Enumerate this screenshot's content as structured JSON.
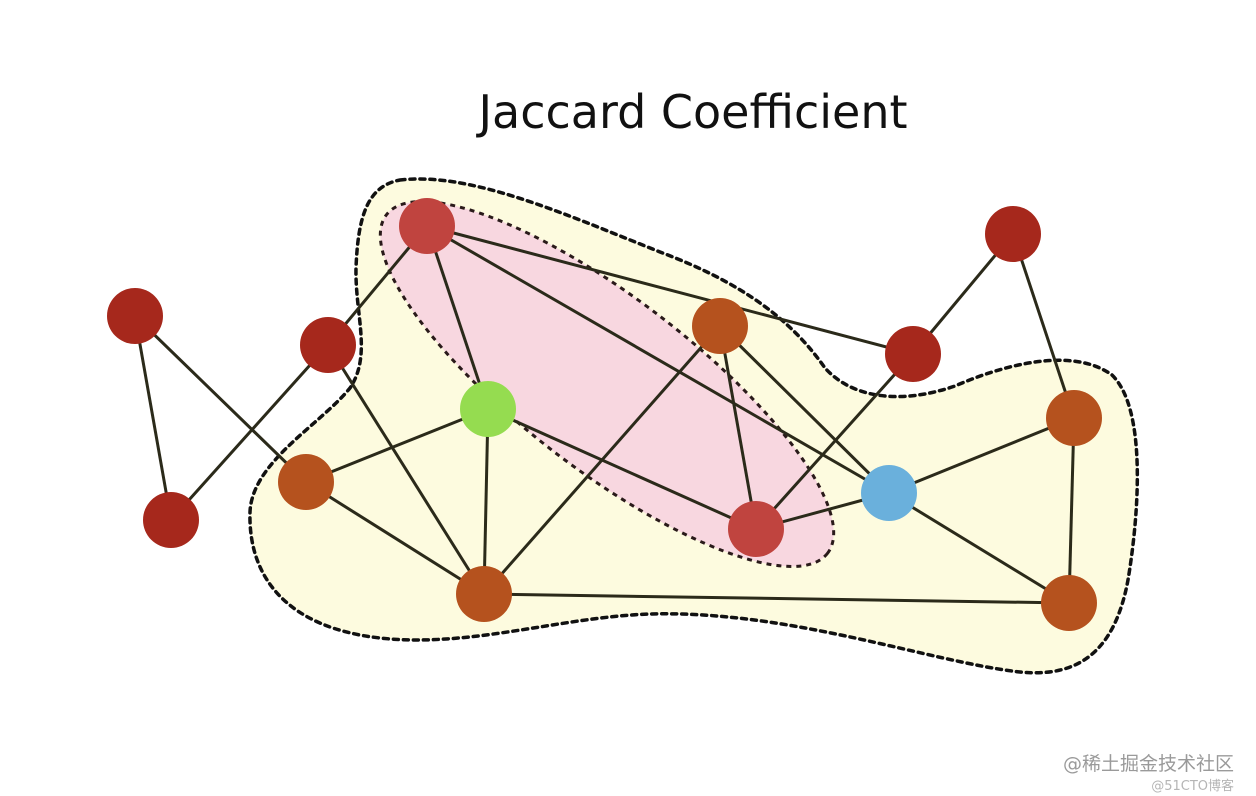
{
  "title": "Jaccard Coefficient",
  "watermark": {
    "line1": "@稀土掘金技术社区",
    "line2": "@51CTO博客"
  },
  "colors": {
    "node_dark_red": "#a6281c",
    "node_red": "#c0443f",
    "node_orange": "#b5521e",
    "node_green": "#95dc50",
    "node_blue": "#6ab0dc",
    "edge": "#2b2a1a",
    "neighborhood_fill": "#fdfbdf",
    "pair_fill": "#f8d7e0"
  },
  "graph": {
    "nodes": [
      {
        "id": "n-top-red",
        "kind": "red"
      },
      {
        "id": "n-far-left",
        "kind": "dark-red"
      },
      {
        "id": "n-left-mid",
        "kind": "dark-red"
      },
      {
        "id": "n-bottom-left",
        "kind": "dark-red"
      },
      {
        "id": "n-left-orange",
        "kind": "orange"
      },
      {
        "id": "n-green",
        "kind": "green"
      },
      {
        "id": "n-bottom-orange",
        "kind": "orange"
      },
      {
        "id": "n-center-orange",
        "kind": "orange"
      },
      {
        "id": "n-bottom-red",
        "kind": "red"
      },
      {
        "id": "n-blue",
        "kind": "blue"
      },
      {
        "id": "n-right-red",
        "kind": "dark-red"
      },
      {
        "id": "n-top-right-red",
        "kind": "dark-red"
      },
      {
        "id": "n-right-orange",
        "kind": "orange"
      },
      {
        "id": "n-bottom-right-orange",
        "kind": "orange"
      }
    ],
    "edges": [
      [
        "n-far-left",
        "n-bottom-left"
      ],
      [
        "n-far-left",
        "n-left-orange"
      ],
      [
        "n-bottom-left",
        "n-left-mid"
      ],
      [
        "n-left-mid",
        "n-bottom-orange"
      ],
      [
        "n-top-red",
        "n-left-mid"
      ],
      [
        "n-top-red",
        "n-green"
      ],
      [
        "n-top-red",
        "n-blue"
      ],
      [
        "n-top-red",
        "n-right-red"
      ],
      [
        "n-left-orange",
        "n-green"
      ],
      [
        "n-left-orange",
        "n-bottom-orange"
      ],
      [
        "n-green",
        "n-bottom-orange"
      ],
      [
        "n-green",
        "n-bottom-red"
      ],
      [
        "n-bottom-orange",
        "n-center-orange"
      ],
      [
        "n-bottom-orange",
        "n-bottom-right-orange"
      ],
      [
        "n-center-orange",
        "n-bottom-red"
      ],
      [
        "n-center-orange",
        "n-blue"
      ],
      [
        "n-bottom-red",
        "n-blue"
      ],
      [
        "n-bottom-red",
        "n-right-red"
      ],
      [
        "n-right-red",
        "n-top-right-red"
      ],
      [
        "n-top-right-red",
        "n-right-orange"
      ],
      [
        "n-blue",
        "n-right-orange"
      ],
      [
        "n-blue",
        "n-bottom-right-orange"
      ],
      [
        "n-right-orange",
        "n-bottom-right-orange"
      ]
    ]
  }
}
